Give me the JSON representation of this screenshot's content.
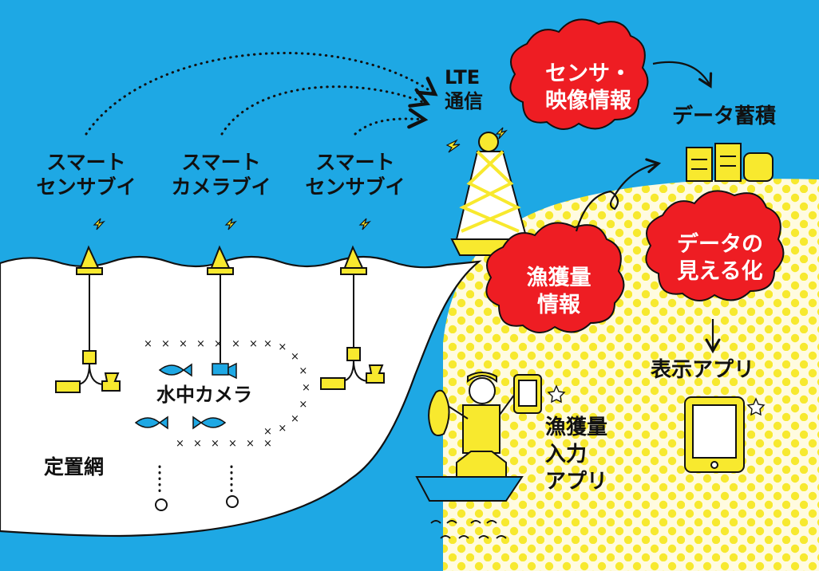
{
  "labels": {
    "buoy_left": "スマート\nセンサブイ",
    "buoy_center": "スマート\nカメラブイ",
    "buoy_right": "スマート\nセンサブイ",
    "lte": "LTE\n通信",
    "sensor_video": "センサ・\n映像情報",
    "data_storage": "データ蓄積",
    "catch_info": "漁獲量\n情報",
    "data_visual": "データの\n見える化",
    "display_app": "表示アプリ",
    "input_app": "漁獲量\n入力\nアプリ",
    "underwater_camera": "水中カメラ",
    "fixed_net": "定置網"
  },
  "colors": {
    "sky": "#1ea8e4",
    "sea": "#ffffff",
    "land_bg": "#fffbe0",
    "dot": "#f7e92f",
    "accent_red": "#ee1d23",
    "yellow": "#f8e92e",
    "ink": "#111111",
    "fish": "#1ea8e4"
  },
  "icons": {
    "buoys": "buoy-icon",
    "tower": "lte-tower-icon",
    "servers": "server-icon",
    "fish": "fish-icon",
    "camera": "camera-icon",
    "tablet": "tablet-icon",
    "fisherman": "fisherman-icon",
    "boat": "boat-icon",
    "star": "star-icon"
  }
}
